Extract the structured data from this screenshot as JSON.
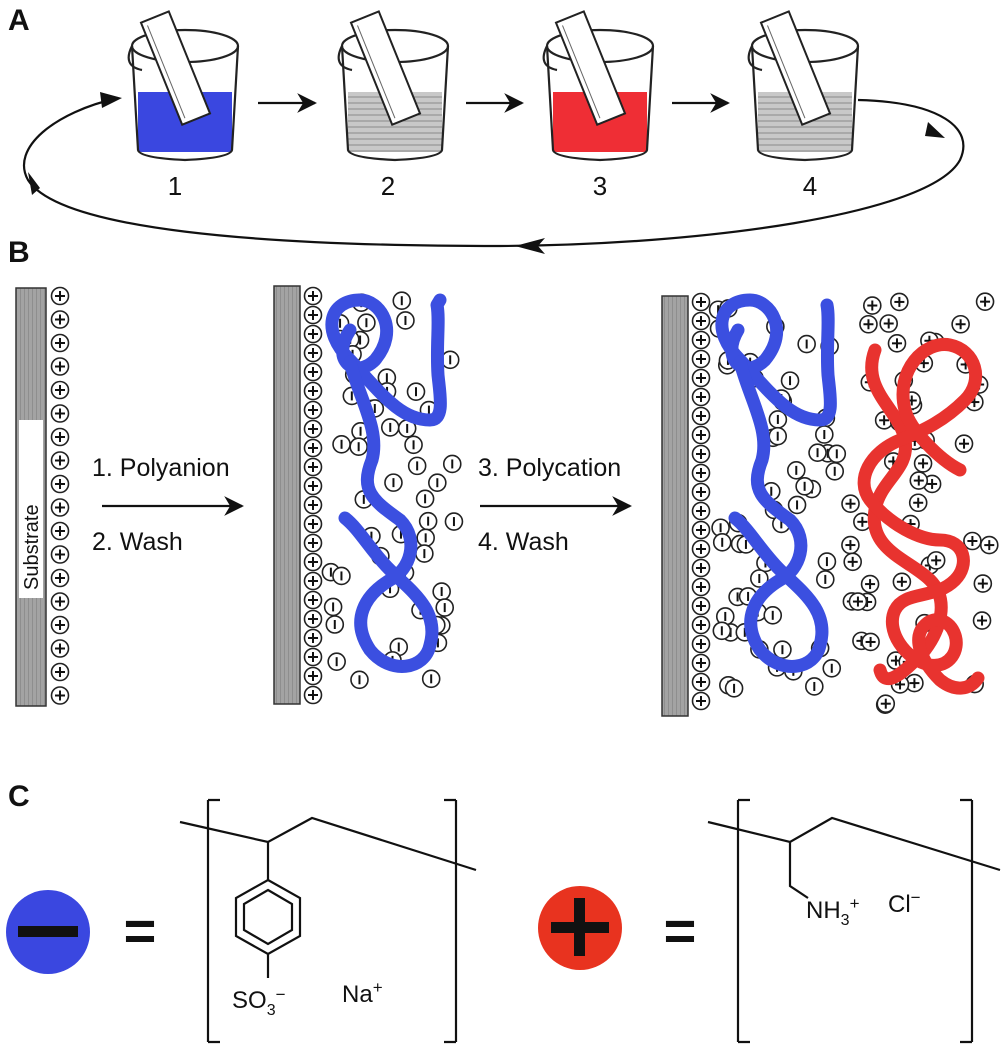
{
  "panels": {
    "a": "A",
    "b": "B",
    "c": "C"
  },
  "beakers": [
    {
      "label": "1",
      "liquid": "#3a47e0"
    },
    {
      "label": "2",
      "liquid": "#b9b9b9"
    },
    {
      "label": "3",
      "liquid": "#ef2e35"
    },
    {
      "label": "4",
      "liquid": "#b9b9b9"
    }
  ],
  "substrate_label": "Substrate",
  "steps": {
    "first": [
      "1. Polyanion",
      "2. Wash"
    ],
    "second": [
      "3. Polycation",
      "4. Wash"
    ]
  },
  "legend": {
    "negative": {
      "symbol": "−",
      "color": "#3a47e0"
    },
    "positive": {
      "symbol": "+",
      "color": "#e8331f"
    },
    "equals": "=",
    "anion_sulfonate": "SO",
    "anion_sub": "3",
    "anion_charge": "−",
    "anion_counter": "Na",
    "anion_counter_charge": "+",
    "cation_amine": "NH",
    "cation_sub": "3",
    "cation_charge": "+",
    "cation_counter": "Cl",
    "cation_counter_charge": "−"
  },
  "colors": {
    "polyanion": "#3b4fe0",
    "polycation": "#e8332f",
    "substrate": "#9a9a9a",
    "ink": "#111111"
  }
}
